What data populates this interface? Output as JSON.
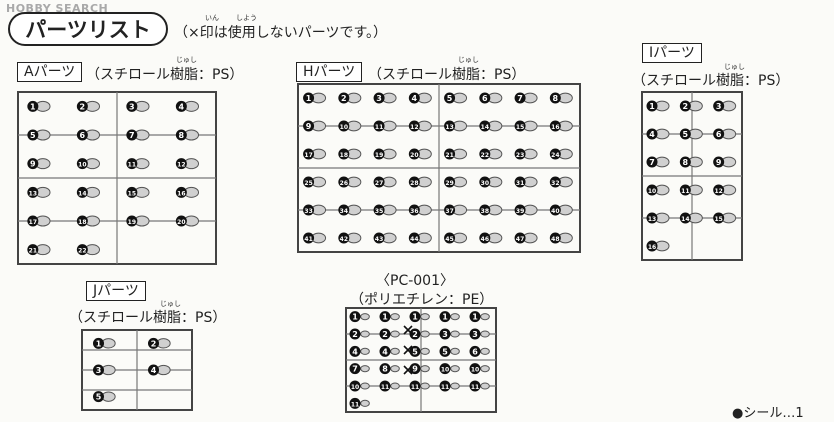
{
  "watermark": "HOBBY SEARCH",
  "title": "パーツリスト",
  "title_note": "（×印は使用しないパーツです。）",
  "ruby_in": "いん",
  "ruby_shiyou": "しよう",
  "ruby_jushi": "じゅし",
  "sections": {
    "a": {
      "label": "Aパーツ",
      "material": "（スチロール樹脂：PS）",
      "numbers": [
        "1",
        "2",
        "3",
        "4",
        "5",
        "6",
        "7",
        "8",
        "9",
        "10",
        "11",
        "12",
        "13",
        "14",
        "15",
        "16",
        "17",
        "18",
        "19",
        "20",
        "21",
        "22"
      ]
    },
    "h": {
      "label": "Hパーツ",
      "material": "（スチロール樹脂：PS）",
      "numbers": [
        "1",
        "2",
        "3",
        "4",
        "5",
        "6",
        "7",
        "8",
        "9",
        "10",
        "11",
        "12",
        "13",
        "14",
        "15",
        "16",
        "17",
        "18",
        "19",
        "20",
        "21",
        "22",
        "23",
        "24",
        "25",
        "26",
        "27",
        "28",
        "29",
        "30",
        "31",
        "32",
        "33",
        "34",
        "35",
        "36",
        "37",
        "38",
        "39",
        "40",
        "41",
        "42",
        "43",
        "44",
        "45",
        "46",
        "47",
        "48"
      ]
    },
    "i": {
      "label": "Iパーツ",
      "material": "（スチロール樹脂：PS）",
      "numbers": [
        "1",
        "2",
        "3",
        "4",
        "5",
        "6",
        "7",
        "8",
        "9",
        "10",
        "11",
        "12",
        "13",
        "14",
        "15",
        "16"
      ]
    },
    "j": {
      "label": "Jパーツ",
      "material": "（スチロール樹脂：PS）",
      "numbers": [
        "1",
        "2",
        "3",
        "4",
        "5"
      ]
    },
    "pc": {
      "label": "〈PC-001〉",
      "material": "（ポリエチレン：PE）",
      "numbers": [
        "1",
        "1",
        "1",
        "1",
        "1",
        "2",
        "2",
        "2",
        "3",
        "3",
        "4",
        "4",
        "5",
        "5",
        "6",
        "7",
        "8",
        "9",
        "10",
        "10",
        "10",
        "11",
        "11",
        "11",
        "11",
        "11"
      ]
    }
  },
  "sheet_label": "●シール…1"
}
